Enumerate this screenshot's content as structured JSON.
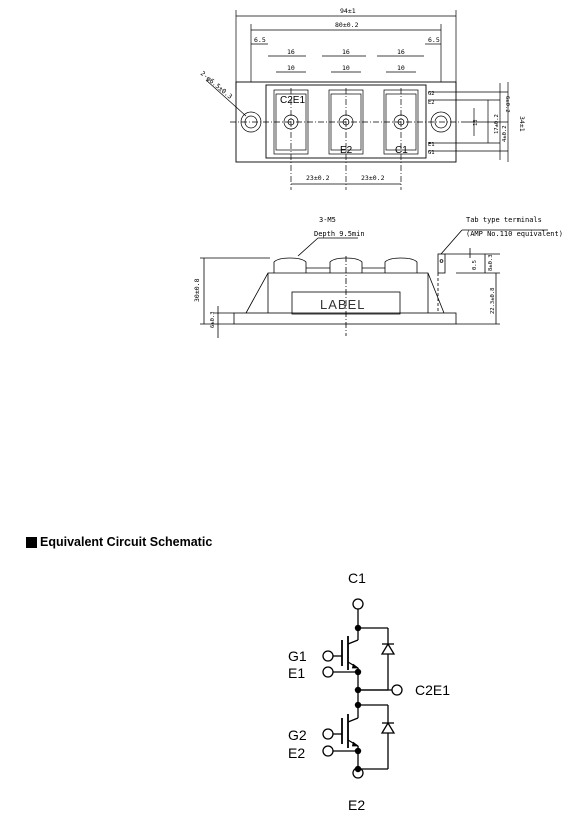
{
  "top_view": {
    "overall_width": "94±1",
    "inner_width": "80±0.2",
    "edge_left": "6.5",
    "edge_right": "6.5",
    "pitch": [
      "16",
      "16",
      "16"
    ],
    "terminal_width": [
      "10",
      "10",
      "10"
    ],
    "mount_hole": "2-φ6.5±0.3",
    "terminals": [
      "C2E1",
      "E2",
      "C1"
    ],
    "gate_pins": [
      "G2",
      "E2",
      "E1",
      "G1"
    ],
    "spacing": [
      "23±0.2",
      "23±0.2"
    ],
    "height_total": "34±1",
    "dim_13": "13",
    "dim_17": "17±0.2",
    "dim_6": "6±0.2",
    "dim_4": "4±0.2"
  },
  "side_view": {
    "screw_note": "3-M5",
    "depth_note": "Depth 9.5min",
    "tab_note": "Tab type terminals",
    "tab_note2": "(AMP No.110 equivalent)",
    "label": "LABEL",
    "height": "30±0.8",
    "base": "6±0.3",
    "dim_05": "0.5",
    "dim_8": "8±0.3",
    "dim_22": "22.3±0.8"
  },
  "schematic": {
    "title": "Equivalent Circuit Schematic",
    "c1": "C1",
    "g1": "G1",
    "e1": "E1",
    "c2e1": "C2E1",
    "g2": "G2",
    "e2_gate": "E2",
    "e2": "E2"
  }
}
